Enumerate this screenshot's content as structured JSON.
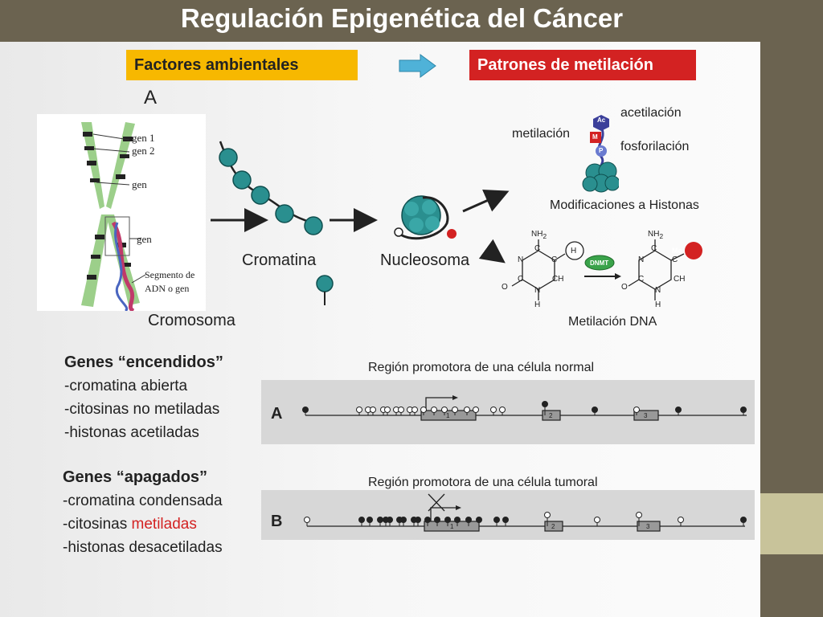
{
  "title": "Regulación Epigenética del Cáncer",
  "top_boxes": {
    "factors": "Factores ambientales",
    "patterns": "Patrones de metilación"
  },
  "colors": {
    "header": "#6b6350",
    "factors_box": "#f7b800",
    "patterns_box": "#d32222",
    "arrow": "#4fb2d8",
    "accent": "#c8c39a",
    "nucleosome": "#2a8f8f"
  },
  "diagram": {
    "letter": "A",
    "chromosome_labels": [
      "gen 1",
      "gen 2",
      "gen",
      "gen",
      "Segmento de",
      "ADN o gen"
    ],
    "chromosome": "Cromosoma",
    "chromatin": "Cromatina",
    "nucleosome": "Nucleosoma",
    "histone_mods": {
      "acetylation": "acetilación",
      "methylation": "metilación",
      "phosphorylation": "fosforilación",
      "caption": "Modificaciones a Histonas",
      "ac_mark": "Ac",
      "m_mark": "M",
      "p_mark": "P"
    },
    "dna_methylation": {
      "caption": "Metilación DNA",
      "nh2": "NH",
      "sub2": "2",
      "c": "C",
      "n": "N",
      "ch": "CH",
      "o": "O",
      "h": "H",
      "enzyme": "DNMT",
      "me": "Me"
    }
  },
  "genes_on": {
    "heading": "Genes “encendidos”",
    "items": [
      "-cromatina abierta",
      "-citosinas no metiladas",
      "-histonas acetiladas"
    ]
  },
  "genes_off": {
    "heading": "Genes “apagados”",
    "item1": "-cromatina condensada",
    "item2_prefix": "-citosinas ",
    "item2_highlight": "metiladas",
    "item3": "-histonas desacetiladas"
  },
  "promoter_normal": {
    "caption": "Región promotora de una célula normal",
    "letter": "A",
    "exons": [
      "1",
      "2",
      "3"
    ]
  },
  "promoter_tumor": {
    "caption": "Región promotora de una célula tumoral",
    "letter": "B",
    "exons": [
      "1",
      "2",
      "3"
    ]
  }
}
